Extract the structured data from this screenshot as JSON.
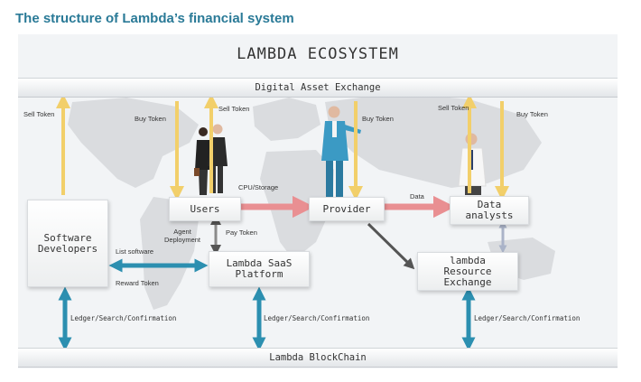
{
  "page_title": "The structure of Lambda’s financial system",
  "ecosystem_title": "LAMBDA ECOSYSTEM",
  "top_bar": "Digital Asset Exchange",
  "bottom_bar": "Lambda BlockChain",
  "nodes": {
    "users": "Users",
    "provider": "Provider",
    "data_analysts": "Data\nanalysts",
    "software_developers": "Software\nDevelopers",
    "saas_platform": "Lambda SaaS\nPlatform",
    "resource_exchange": "lambda\nResource\nExchange"
  },
  "labels": {
    "sell_token_1": "Sell Token",
    "buy_token_1": "Buy Token",
    "sell_token_2": "Sell Token",
    "buy_token_2": "Buy Token",
    "sell_token_3": "Sell Token",
    "buy_token_3": "Buy Token",
    "cpu_storage": "CPU/Storage",
    "data": "Data",
    "agent_deployment": "Agent\nDeployment",
    "pay_token": "Pay Token",
    "list_software": "List software",
    "reward_token": "Reward Token",
    "ledger_1": "Ledger/Search/Confirmation",
    "ledger_2": "Ledger/Search/Confirmation",
    "ledger_3": "Ledger/Search/Confirmation"
  },
  "colors": {
    "title": "#2a7a97",
    "token_arrow": "#f2cf6a",
    "flow_arrow": "#e98f92",
    "link_arrow": "#2c8fb0",
    "dark_arrow": "#555555",
    "map": "#dadcdf"
  }
}
